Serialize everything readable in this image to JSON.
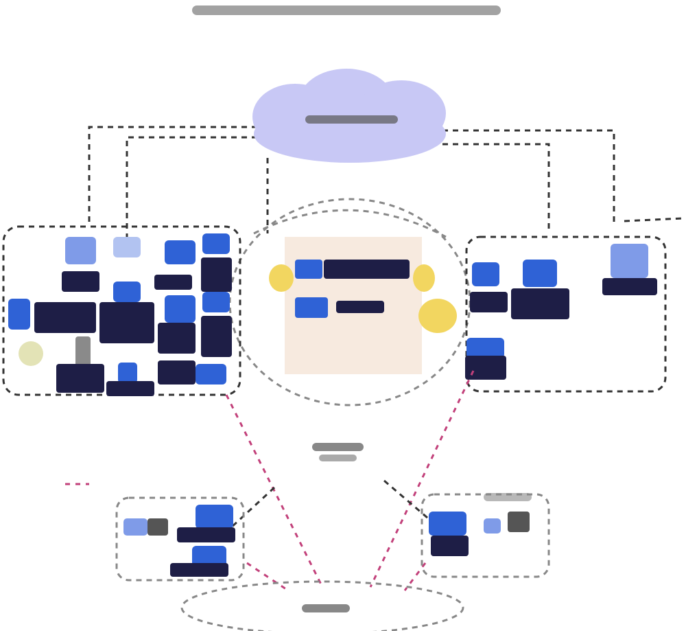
{
  "colors": {
    "cloud": "#c8c8f5",
    "central_box": "#f7eadf",
    "connector": "#f2d660",
    "device_dark": "#1e1e46",
    "device_blue": "#2f62d6",
    "device_light": "#7f9be8",
    "link_pink": "#c2407a",
    "dashed_line": "#333333"
  },
  "nodes": [
    {
      "name": "cloud",
      "shape": "cloud"
    },
    {
      "name": "left-cluster",
      "shape": "dashed-rounded-rect"
    },
    {
      "name": "central-box",
      "shape": "rect"
    },
    {
      "name": "right-cluster",
      "shape": "dashed-rounded-rect"
    },
    {
      "name": "middle-hub",
      "shape": "dashed-ellipse"
    },
    {
      "name": "bottom-left-group",
      "shape": "dashed-rounded-rect"
    },
    {
      "name": "bottom-right-group",
      "shape": "dashed-rounded-rect"
    },
    {
      "name": "bottom-ellipse",
      "shape": "dashed-ellipse"
    }
  ]
}
